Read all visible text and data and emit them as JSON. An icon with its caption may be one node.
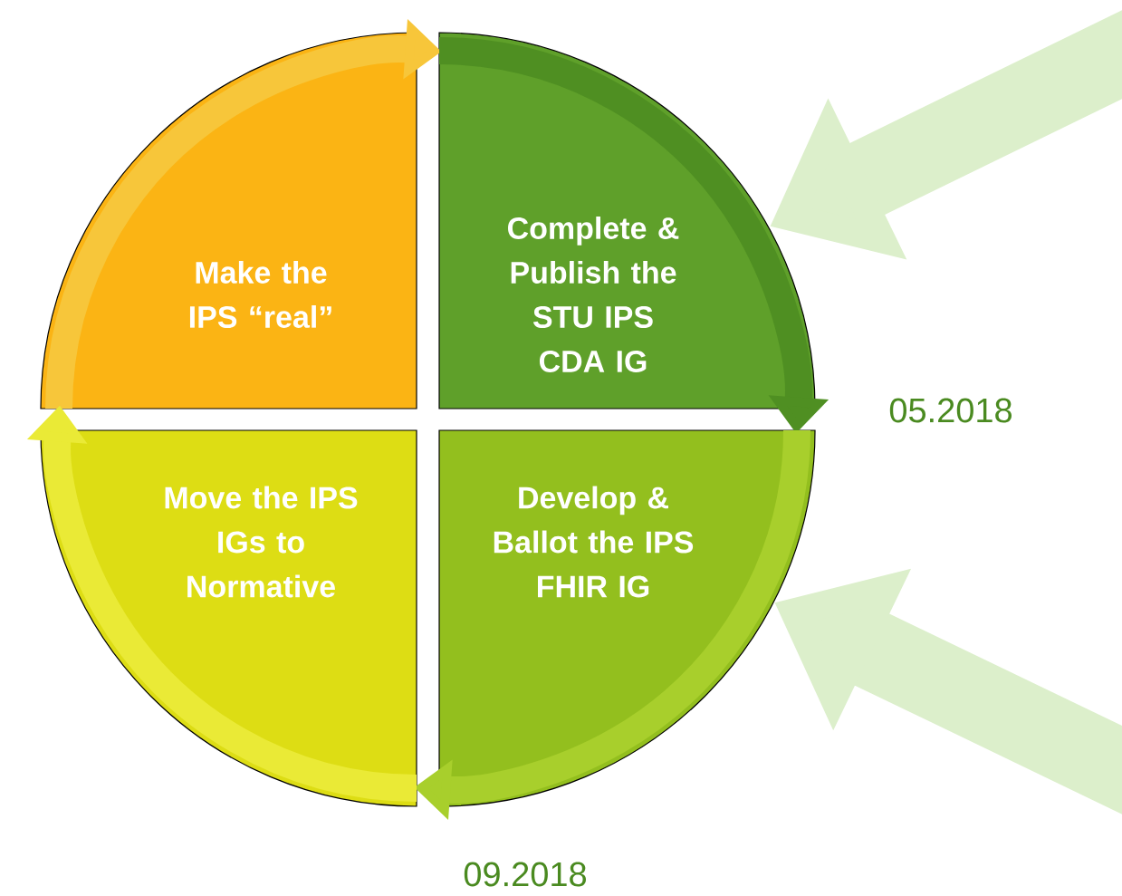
{
  "diagram": {
    "nodes": [
      {
        "text": [
          "Make the IPS “real”"
        ]
      },
      {
        "text": [
          "Complete & Publish the STU IPS CDA IG"
        ]
      },
      {
        "text": [
          "Develop & Ballot  the IPS FHIR IG"
        ]
      },
      {
        "text": [
          "Move the IPS IGs to Normative"
        ]
      }
    ],
    "edges": [
      {
        "from": 0,
        "to": 1,
        "arrow": "to",
        "color": "#f7c63a"
      },
      {
        "from": 1,
        "to": 2,
        "arrow": "to",
        "color": "#4f8f22"
      },
      {
        "from": 2,
        "to": 3,
        "arrow": "to",
        "color": "#a8cf2c"
      },
      {
        "from": 3,
        "to": 0,
        "arrow": "to",
        "color": "#eaea36"
      },
      {
        "from": null,
        "to": 1,
        "arrow": "to",
        "style": "thick",
        "color": "#dcefcb"
      },
      {
        "from": null,
        "to": 2,
        "arrow": "to",
        "style": "thick",
        "color": "#dcefcb"
      }
    ],
    "labels": [
      "05.2018",
      "09.2018"
    ]
  }
}
